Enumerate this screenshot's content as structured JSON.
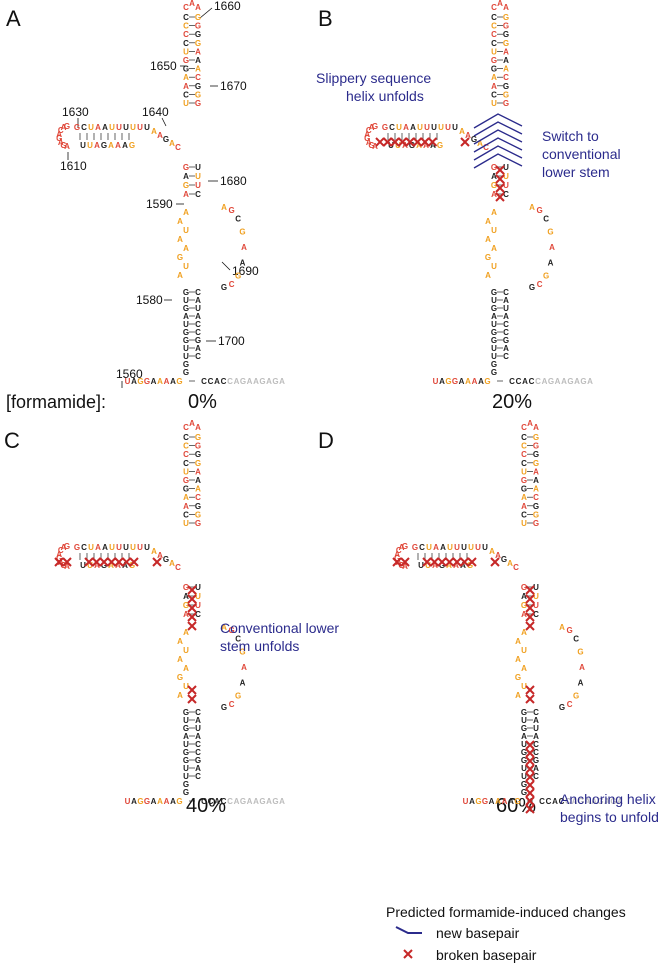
{
  "panels": [
    {
      "label": "A",
      "percent": "0%"
    },
    {
      "label": "B",
      "percent": "20%"
    },
    {
      "label": "C",
      "percent": "40%"
    },
    {
      "label": "D",
      "percent": "60%"
    }
  ],
  "condition_label": "[formamide]:",
  "numbers": [
    "1660",
    "1650",
    "1670",
    "1630",
    "1640",
    "1610",
    "1680",
    "1590",
    "1690",
    "1580",
    "1700",
    "1560"
  ],
  "annotations": {
    "slippery": [
      "Slippery sequence",
      "helix unfolds"
    ],
    "switch": [
      "Switch to",
      "conventional",
      "lower stem"
    ],
    "conventional_unfolds": [
      "Conventional lower",
      "stem unfolds"
    ],
    "anchoring": [
      "Anchoring helix",
      "begins to unfold"
    ]
  },
  "legend": {
    "title": "Predicted formamide-induced changes",
    "new_basepair": "new basepair",
    "broken_basepair": "broken basepair"
  },
  "colors": {
    "black": "#222222",
    "orange": "#f0a020",
    "red": "#e0483a",
    "gray": "#bdbdbd",
    "annotation": "#2b2b8c",
    "cross": "#c62828"
  },
  "sequences": {
    "top_loop": "CAA",
    "upper_left": "CCCCUGGAACU",
    "upper_right": "GGGGAAACGGG",
    "left_arm_top": "GCUAAUUUUUU",
    "left_arm_bottom": "UUAGAAAG",
    "left_loop": "GACAGAGA",
    "junction": "AAGAC",
    "mid_left": "GAGA",
    "mid_right": "UUUC",
    "lower_left": "GUGAUGGUUGG",
    "lower_right": "CAUACCGAC",
    "bottom_5prime": "UAGGAAAAG",
    "bottom_3prime": "CCACCAGAAGAGA"
  }
}
